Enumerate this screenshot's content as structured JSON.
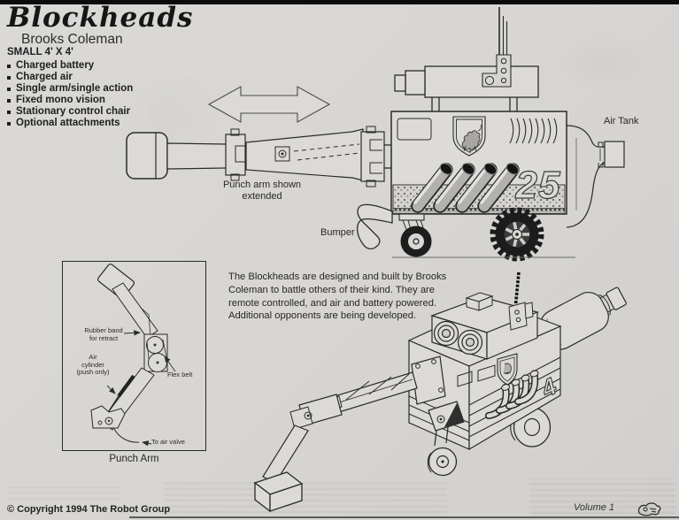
{
  "header": {
    "title": "Blockheads",
    "author": "Brooks Coleman"
  },
  "specs": {
    "heading": "SMALL 4' X 4'",
    "items": [
      "Charged battery",
      "Charged air",
      "Single arm/single action",
      "Fixed mono vision",
      "Stationary control chair",
      "Optional attachments"
    ]
  },
  "description": {
    "lines": [
      "The Blockheads are designed and built by Brooks",
      "Coleman to battle others of their kind.  They are",
      "remote controlled, and air and battery powered.",
      "Additional opponents are being developed."
    ]
  },
  "side_view": {
    "robot_number": "25",
    "air_tank_label": "Air Tank",
    "punch_arm_caption": [
      "Punch arm shown",
      "extended"
    ],
    "bumper_label": "Bumper"
  },
  "inset": {
    "caption": "Punch Arm",
    "rubber_band_label": [
      "Rubber band",
      "for retract"
    ],
    "air_cylinder_label": [
      "Air",
      "cylinder",
      "(push only)"
    ],
    "flex_belt_label": "Flex belt",
    "air_valve_label": "To air valve"
  },
  "perspective_view": {
    "robot_number": "4"
  },
  "footer": {
    "copyright": "© Copyright 1994 The Robot Group",
    "volume": "Volume 1"
  },
  "colors": {
    "paper": "#d8d6d3",
    "ink": "#2a2a2a",
    "tire": "#1c1c1c"
  }
}
